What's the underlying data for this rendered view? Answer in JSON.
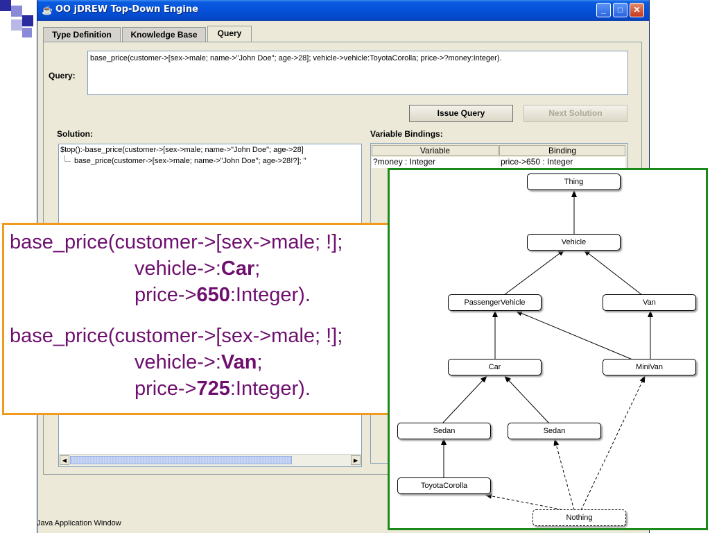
{
  "window": {
    "title": "OO jDREW Top-Down Engine",
    "status": "Java Application Window"
  },
  "tabs": [
    "Type Definition",
    "Knowledge Base",
    "Query"
  ],
  "query": {
    "label": "Query:",
    "text": "base_price(customer->[sex->male; name->\"John Doe\"; age->28]; vehicle->vehicle:ToyotaCorolla; price->?money:Integer).",
    "issue_label": "Issue Query",
    "next_label": "Next Solution"
  },
  "solution": {
    "label": "Solution:",
    "lines": [
      "$top():-base_price(customer->[sex->male; name->\"John Doe\"; age->28]",
      "base_price(customer->[sex->male; name->\"John Doe\"; age->28!?]; \""
    ]
  },
  "bindings": {
    "label": "Variable Bindings:",
    "headers": [
      "Variable",
      "Binding"
    ],
    "rows": [
      [
        "?money : Integer",
        "price->650 : Integer"
      ]
    ]
  },
  "overlay_text": {
    "rule1": {
      "line1": "base_price(customer->[sex->male; !];",
      "line2_prefix": "vehicle->:",
      "line2_bold": "Car",
      "line2_suffix": ";",
      "line3_prefix": "price->",
      "line3_bold": "650",
      "line3_suffix": ":Integer)."
    },
    "rule2": {
      "line1": "base_price(customer->[sex->male; !];",
      "line2_prefix": "vehicle->:",
      "line2_bold": "Van",
      "line2_suffix": ";",
      "line3_prefix": "price->",
      "line3_bold": "725",
      "line3_suffix": ":Integer)."
    }
  },
  "diagram": {
    "nodes": {
      "thing": "Thing",
      "vehicle": "Vehicle",
      "passenger": "PassengerVehicle",
      "van": "Van",
      "car": "Car",
      "minivan": "MiniVan",
      "sedan1": "Sedan",
      "sedan2": "Sedan",
      "corolla": "ToyotaCorolla",
      "nothing": "Nothing"
    }
  },
  "colors": {
    "overlay_text": "#6e0f6e",
    "orange_border": "#f29a1e",
    "green_border": "#1b8a1b",
    "titlebar": "#0551d8"
  }
}
